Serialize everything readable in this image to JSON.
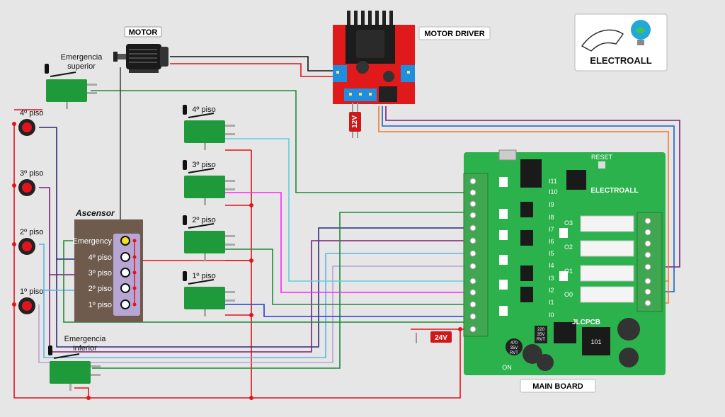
{
  "labels": {
    "motor": "MOTOR",
    "motor_driver": "MOTOR DRIVER",
    "main_board": "MAIN BOARD",
    "ascensor": "Ascensor",
    "logo": "ELECTROALL"
  },
  "switches": {
    "emergency_top": [
      "Emergencia",
      "superior"
    ],
    "emergency_bottom": [
      "Emergencia",
      "inferior"
    ],
    "floor4": "4º piso",
    "floor3": "3º piso",
    "floor2": "2º piso",
    "floor1": "1º piso"
  },
  "buttons": {
    "floor4": "4º piso",
    "floor3": "3º piso",
    "floor2": "2º piso",
    "floor1": "1º piso"
  },
  "panel_items": [
    "Emergency",
    "4º piso",
    "3º piso",
    "2º piso",
    "1º piso"
  ],
  "board": {
    "inputs": [
      "I11",
      "I10",
      "I9",
      "I8",
      "I7",
      "I6",
      "I5",
      "I4",
      "I3",
      "I2",
      "I1",
      "I0"
    ],
    "outputs": [
      "O3",
      "O2",
      "O1",
      "O0"
    ],
    "reset": "RESET",
    "brand": "ELECTROALL",
    "jlc": "JLCPCB",
    "cap_text": [
      "470",
      "35V",
      "RVT"
    ],
    "cap2_text": [
      "220",
      "35V",
      "RVT"
    ],
    "inductor": "101",
    "on": "ON"
  },
  "power": {
    "driver_v": "12V",
    "board_v": "24V"
  },
  "colors": {
    "red": "#e0141c",
    "navy": "#2a2a7a",
    "purple": "#7a1f7a",
    "magenta": "#ff22ff",
    "lightblue": "#5fb3e6",
    "lavender": "#b9a4d6",
    "green": "#1f8a3a",
    "orange": "#f07a2a",
    "blue": "#1f5fc0",
    "pcb_green": "#2bb24c",
    "driver_red": "#e01a1a"
  }
}
